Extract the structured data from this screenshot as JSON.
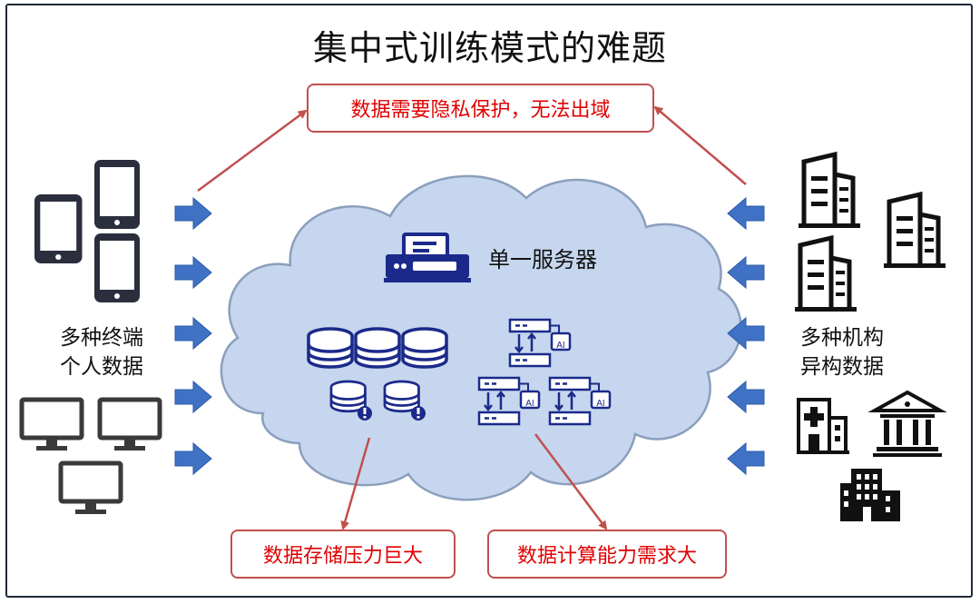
{
  "title": "集中式训练模式的难题",
  "problems": {
    "privacy": "数据需要隐私保护，无法出域",
    "storage": "数据存储压力巨大",
    "compute": "数据计算能力需求大"
  },
  "left_label": {
    "line1": "多种终端",
    "line2": "个人数据"
  },
  "right_label": {
    "line1": "多种机构",
    "line2": "异构数据"
  },
  "server_label": "单一服务器",
  "ai_badge": "AI",
  "colors": {
    "accent_red": "#c0504d",
    "text_red": "#e00000",
    "cloud_fill": "#c5d6ee",
    "cloud_stroke": "#8b9fbd",
    "arrow_blue": "#3f72c4",
    "icon_navy": "#1b2a8a"
  },
  "icons": [
    "tablet-icon",
    "phone-icon",
    "monitor-icon",
    "office-building-icon",
    "hospital-icon",
    "bank-icon",
    "server-icon",
    "database-icon",
    "ai-flow-icon",
    "cloud-icon"
  ]
}
